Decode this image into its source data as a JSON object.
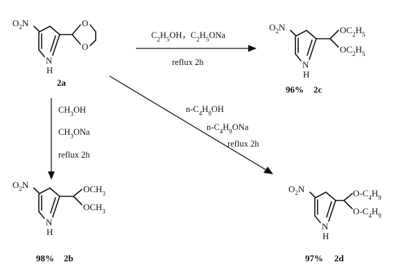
{
  "compounds": {
    "c2a": {
      "id": "2a",
      "no2_prefix": "O",
      "no2_sub": "2",
      "nitro_n": "N",
      "nh": "N",
      "h": "H",
      "o_a": "O",
      "o_b": "O"
    },
    "c2c": {
      "id": "2c",
      "yield": "96%",
      "no2_prefix": "O",
      "no2_sub": "2",
      "nitro_n": "N",
      "nh": "N",
      "h": "H",
      "sub1": "OC2H5",
      "sub2": "OC2H5"
    },
    "c2b": {
      "id": "2b",
      "yield": "98%",
      "no2_prefix": "O",
      "no2_sub": "2",
      "nitro_n": "N",
      "nh": "N",
      "h": "H",
      "sub1": "OCH3",
      "sub2": "OCH3"
    },
    "c2d": {
      "id": "2d",
      "yield": "97%",
      "no2_prefix": "O",
      "no2_sub": "2",
      "nitro_n": "N",
      "nh": "N",
      "h": "H",
      "sub1": "O-C4H9",
      "sub2": "O-C4H9"
    }
  },
  "reactions": {
    "to_2c": {
      "reagents": "C2H5OH，C2H5ONa",
      "conditions": "reflux 2h"
    },
    "to_2b": {
      "solvent": "CH3OH",
      "base": "CH3ONa",
      "conditions": "reflux 2h"
    },
    "to_2d": {
      "solvent": "n-C4H9OH",
      "base": "n-C4H9ONa",
      "conditions": "reflux 2h"
    }
  }
}
